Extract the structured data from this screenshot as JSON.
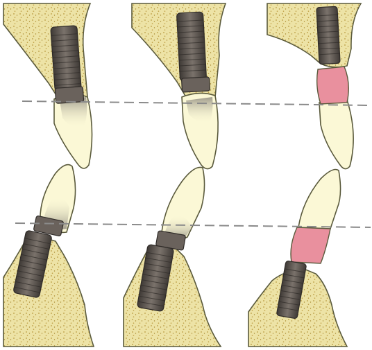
{
  "figure": {
    "panels": [
      {
        "position": "upper-left",
        "jaw": "maxilla",
        "pink_collar": false
      },
      {
        "position": "upper-middle",
        "jaw": "maxilla",
        "pink_collar": false
      },
      {
        "position": "upper-right",
        "jaw": "maxilla",
        "pink_collar": true
      },
      {
        "position": "lower-left",
        "jaw": "mandible",
        "pink_collar": false
      },
      {
        "position": "lower-middle",
        "jaw": "mandible",
        "pink_collar": false
      },
      {
        "position": "lower-right",
        "jaw": "mandible",
        "pink_collar": true
      }
    ],
    "reference_lines": 2,
    "colors": {
      "bone": "#ede3a6",
      "bone_speckle": "#b89a3e",
      "tooth": "#fbf8d6",
      "implant": "#6a625c",
      "implant_dark": "#3f3a36",
      "pink_collar": "#e9909e",
      "outline": "#5a5a3c",
      "dashed_line": "#8a8a8a"
    }
  }
}
